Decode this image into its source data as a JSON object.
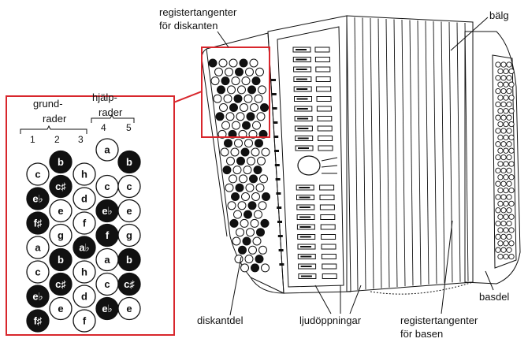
{
  "labels": {
    "treble_register_1": "registertangenter",
    "treble_register_2": "för diskanten",
    "bellows": "bälg",
    "treble_part": "diskantdel",
    "sound_holes": "ljudöppningar",
    "bass_register_1": "registertangenter",
    "bass_register_2": "för basen",
    "bass_part": "basdel"
  },
  "keyboard": {
    "group_main_1": "grund-",
    "group_main_2": "rader",
    "group_helper_1": "hjälp-",
    "group_helper_2": "rader",
    "row_numbers": [
      "1",
      "2",
      "3",
      "4",
      "5"
    ],
    "keys": [
      {
        "col": 3,
        "row": 0,
        "note": "a",
        "black": false
      },
      {
        "col": 1,
        "row": 1,
        "note": "b",
        "black": true
      },
      {
        "col": 4,
        "row": 1,
        "note": "b",
        "black": true
      },
      {
        "col": 0,
        "row": 2,
        "note": "c",
        "black": false
      },
      {
        "col": 2,
        "row": 2,
        "note": "h",
        "black": false
      },
      {
        "col": 1,
        "row": 3,
        "note": "c♯",
        "black": true
      },
      {
        "col": 3,
        "row": 3,
        "note": "c",
        "black": false
      },
      {
        "col": 4,
        "row": 3,
        "note": "c",
        "black": false
      },
      {
        "col": 0,
        "row": 4,
        "note": "e♭",
        "black": true
      },
      {
        "col": 2,
        "row": 4,
        "note": "d",
        "black": false
      },
      {
        "col": 3,
        "row": 5,
        "note": "e♭",
        "black": true
      },
      {
        "col": 1,
        "row": 5,
        "note": "e",
        "black": false
      },
      {
        "col": 4,
        "row": 5,
        "note": "e",
        "black": false
      },
      {
        "col": 0,
        "row": 6,
        "note": "f♯",
        "black": true
      },
      {
        "col": 2,
        "row": 6,
        "note": "f",
        "black": false
      },
      {
        "col": 1,
        "row": 7,
        "note": "g",
        "black": false
      },
      {
        "col": 3,
        "row": 7,
        "note": "f",
        "black": true
      },
      {
        "col": 4,
        "row": 7,
        "note": "g",
        "black": false
      },
      {
        "col": 0,
        "row": 8,
        "note": "a",
        "black": false
      },
      {
        "col": 2,
        "row": 8,
        "note": "a♭",
        "black": true
      },
      {
        "col": 1,
        "row": 9,
        "note": "b",
        "black": true
      },
      {
        "col": 3,
        "row": 9,
        "note": "a",
        "black": false
      },
      {
        "col": 4,
        "row": 9,
        "note": "b",
        "black": true
      },
      {
        "col": 0,
        "row": 10,
        "note": "c",
        "black": false
      },
      {
        "col": 2,
        "row": 10,
        "note": "h",
        "black": false
      },
      {
        "col": 3,
        "row": 11,
        "note": "c",
        "black": false
      },
      {
        "col": 1,
        "row": 11,
        "note": "c♯",
        "black": true
      },
      {
        "col": 4,
        "row": 11,
        "note": "c♯",
        "black": true
      },
      {
        "col": 0,
        "row": 12,
        "note": "e♭",
        "black": true
      },
      {
        "col": 2,
        "row": 12,
        "note": "d",
        "black": false
      },
      {
        "col": 3,
        "row": 13,
        "note": "e♭",
        "black": true
      },
      {
        "col": 1,
        "row": 13,
        "note": "e",
        "black": false
      },
      {
        "col": 4,
        "row": 13,
        "note": "e",
        "black": false
      },
      {
        "col": 0,
        "row": 14,
        "note": "f♯",
        "black": true
      },
      {
        "col": 2,
        "row": 14,
        "note": "f",
        "black": false
      }
    ]
  },
  "colors": {
    "accent": "#d8262c",
    "ink": "#111111"
  }
}
